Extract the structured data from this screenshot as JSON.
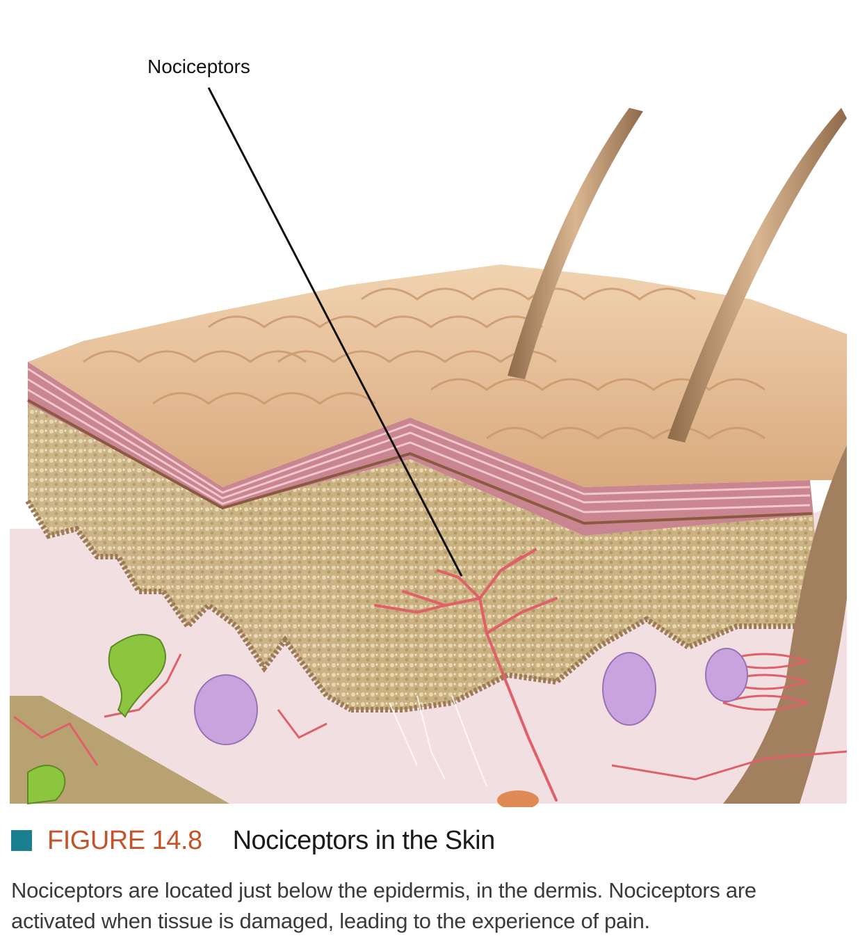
{
  "diagram": {
    "label": "Nociceptors"
  },
  "caption": {
    "figure_number": "FIGURE 14.8",
    "title": "Nociceptors in the Skin",
    "body": "Nociceptors are located just below the epidermis, in the dermis. Nociceptors are activated when tissue is damaged, leading to the experience of pain."
  },
  "colors": {
    "accent_square": "#1a7f8e",
    "figure_number": "#c4532a",
    "skin_surface": "#e8c39e",
    "epidermis_layers": "#c98590",
    "dermis": "#c9b182",
    "subdermis": "#f2dfe2",
    "nerve": "#e0606a",
    "hair": "#b8916a",
    "green_structure": "#8cc63f",
    "purple_receptor": "#b58ad0"
  }
}
